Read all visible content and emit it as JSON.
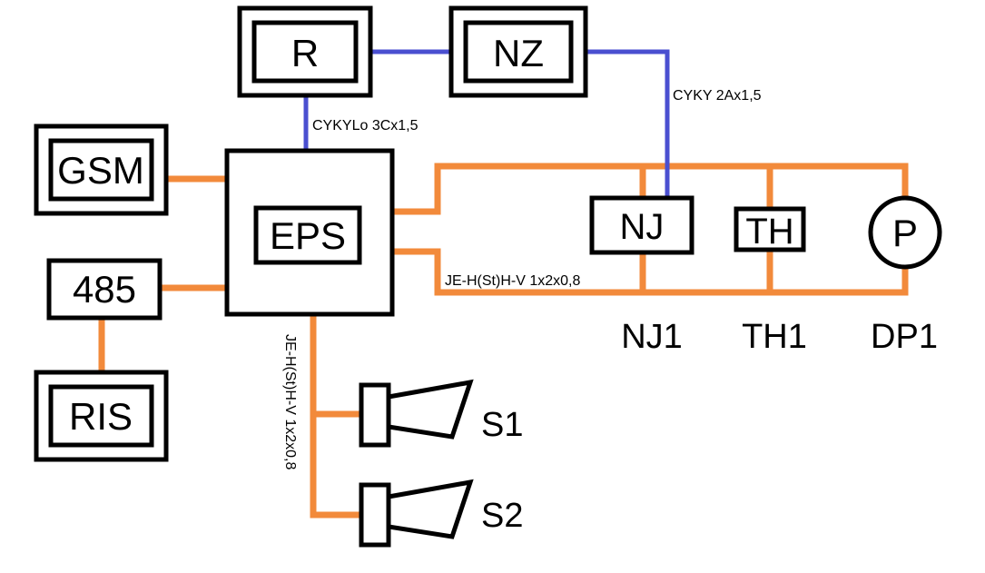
{
  "colors": {
    "power_line": "#f28a3b",
    "signal_line": "#4a4fd0",
    "outline": "#000000"
  },
  "nodes": {
    "r": "R",
    "nz": "NZ",
    "gsm": "GSM",
    "eps": "EPS",
    "rs485": "485",
    "ris": "RIS",
    "nj": "NJ",
    "th": "TH",
    "p": "P"
  },
  "cables": {
    "eps_to_r": "CYKYLo 3Cx1,5",
    "nz_to_nj": "CYKY 2Ax1,5",
    "detector_loop": "JE-H(St)H-V 1x2x0,8",
    "siren_line": "JE-H(St)H-V 1x2x0,8"
  },
  "devices": {
    "nj1": "NJ1",
    "th1": "TH1",
    "dp1": "DP1",
    "s1": "S1",
    "s2": "S2"
  }
}
